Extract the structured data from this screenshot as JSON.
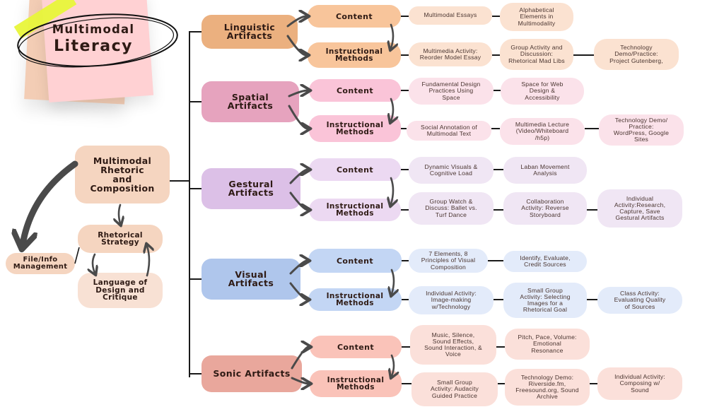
{
  "title": {
    "line1": "Multimodal",
    "line2": "Literacy"
  },
  "root": {
    "label": "Multimodal\nRhetoric\nand\nComposition",
    "strategy": "Rhetorical\nStrategy",
    "language": "Language of\nDesign and\nCritique",
    "file_info": "File/Info\nManagement"
  },
  "colors": {
    "linguistic": {
      "main": "#ebb07f",
      "sub": "#f8c59b",
      "leaf": "#fbe2d1"
    },
    "spatial": {
      "main": "#e6a3be",
      "sub": "#fac4d8",
      "leaf": "#fbe2ea"
    },
    "gestural": {
      "main": "#dcc0e7",
      "sub": "#ecd9f2",
      "leaf": "#f0e6f4"
    },
    "visual": {
      "main": "#afc6ec",
      "sub": "#c3d6f4",
      "leaf": "#e3ebfa"
    },
    "sonic": {
      "main": "#e9a79c",
      "sub": "#fac3b9",
      "leaf": "#fbe0da"
    },
    "root": "#f5d5c0",
    "root_light": "#f8e1d4",
    "arrow": "#4a4a4a",
    "line": "#1a1a1a"
  },
  "artifacts": [
    {
      "name": "Linguistic\nArtifacts",
      "content_label": "Content",
      "methods_label": "Instructional\nMethods",
      "content": [
        "Multimodal Essays",
        "Alphabetical\nElements in\nMultimodality"
      ],
      "methods": [
        "Multimedia Activity:\nReorder Model Essay",
        "Group Activity and\nDiscussion:\nRhetorical Mad Libs",
        "Technology\nDemo/Practice:\nProject Gutenberg,"
      ]
    },
    {
      "name": "Spatial\nArtifacts",
      "content_label": "Content",
      "methods_label": "Instructional\nMethods",
      "content": [
        "Fundamental Design\nPractices Using\nSpace",
        "Space for Web\nDesign &\nAccessibility"
      ],
      "methods": [
        "Social Annotation of\nMultimodal Text",
        "Multimedia Lecture\n(Video/Whiteboard\n/h5p)",
        "Technology Demo/\nPractice:\nWordPress, Google\nSites"
      ]
    },
    {
      "name": "Gestural\nArtifacts",
      "content_label": "Content",
      "methods_label": "Instructional\nMethods",
      "content": [
        "Dynamic Visuals &\nCognitive Load",
        "Laban Movement\nAnalysis"
      ],
      "methods": [
        "Group Watch &\nDiscuss: Ballet vs.\nTurf Dance",
        "Collaboration\nActivity: Reverse\nStoryboard",
        "Individual\nActivity:Research,\nCapture, Save\nGestural Artifacts"
      ]
    },
    {
      "name": "Visual\nArtifacts",
      "content_label": "Content",
      "methods_label": "Instructional\nMethods",
      "content": [
        "7 Elements, 8\nPrinciples of Visual\nComposition",
        "Identify, Evaluate,\nCredit Sources"
      ],
      "methods": [
        "Individual Activity:\nImage-making\nw/Technology",
        "Small Group\nActivity: Selecting\nImages for a\nRhetorical Goal",
        "Class Activity:\nEvaluating Quality\nof Sources"
      ]
    },
    {
      "name": "Sonic Artifacts",
      "content_label": "Content",
      "methods_label": "Instructional\nMethods",
      "content": [
        "Music, Silence,\nSound Effects,\nSound Interaction, &\nVoice",
        "Pitch, Pace, Volume:\nEmotional\nResonance"
      ],
      "methods": [
        "Small Group\nActivity: Audacity\nGuided Practice",
        "Technology Demo:\nRiverside.fm,\nFreesound.org, Sound\nArchive",
        "Individual Activity:\nComposing w/\nSound"
      ]
    }
  ]
}
